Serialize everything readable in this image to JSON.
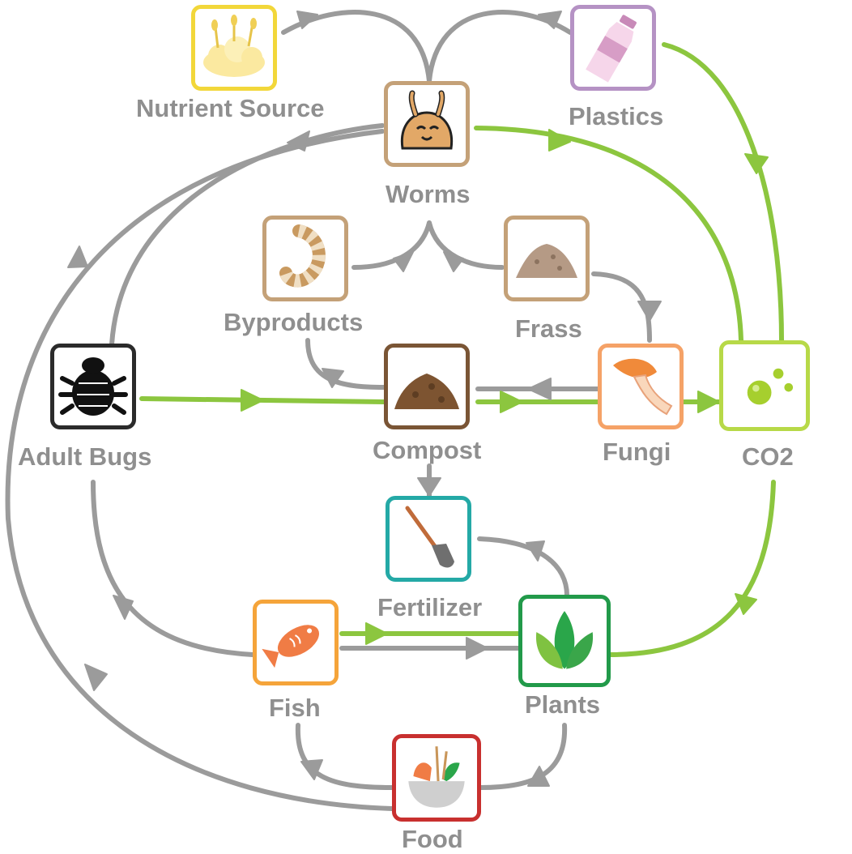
{
  "nodes": {
    "nutrient_source": {
      "label": "Nutrient Source",
      "icon": "wheat-grain-icon",
      "color": "#f2d73a"
    },
    "worms": {
      "label": "Worms",
      "icon": "worm-icon",
      "color": "#c4a178"
    },
    "plastics": {
      "label": "Plastics",
      "icon": "plastic-bottle-icon",
      "color": "#b592c4"
    },
    "byproducts": {
      "label": "Byproducts",
      "icon": "larva-icon",
      "color": "#c4a178"
    },
    "frass": {
      "label": "Frass",
      "icon": "frass-pile-icon",
      "color": "#c4a178"
    },
    "adult_bugs": {
      "label": "Adult Bugs",
      "icon": "beetle-icon",
      "color": "#2b2b2b"
    },
    "compost": {
      "label": "Compost",
      "icon": "compost-pile-icon",
      "color": "#7a5535"
    },
    "fungi": {
      "label": "Fungi",
      "icon": "mushroom-icon",
      "color": "#f5a267"
    },
    "co2": {
      "label": "CO2",
      "icon": "bubbles-icon",
      "color": "#b7d948"
    },
    "fertilizer": {
      "label": "Fertilizer",
      "icon": "shovel-icon",
      "color": "#24a9a6"
    },
    "fish": {
      "label": "Fish",
      "icon": "fish-icon",
      "color": "#f5a43a"
    },
    "plants": {
      "label": "Plants",
      "icon": "leaves-icon",
      "color": "#229a4a"
    },
    "food": {
      "label": "Food",
      "icon": "food-bowl-icon",
      "color": "#c8302f"
    }
  },
  "colors": {
    "flow_gray": "#9b9b9b",
    "flow_green": "#8cc63f",
    "label_gray": "#8f8f8f"
  }
}
